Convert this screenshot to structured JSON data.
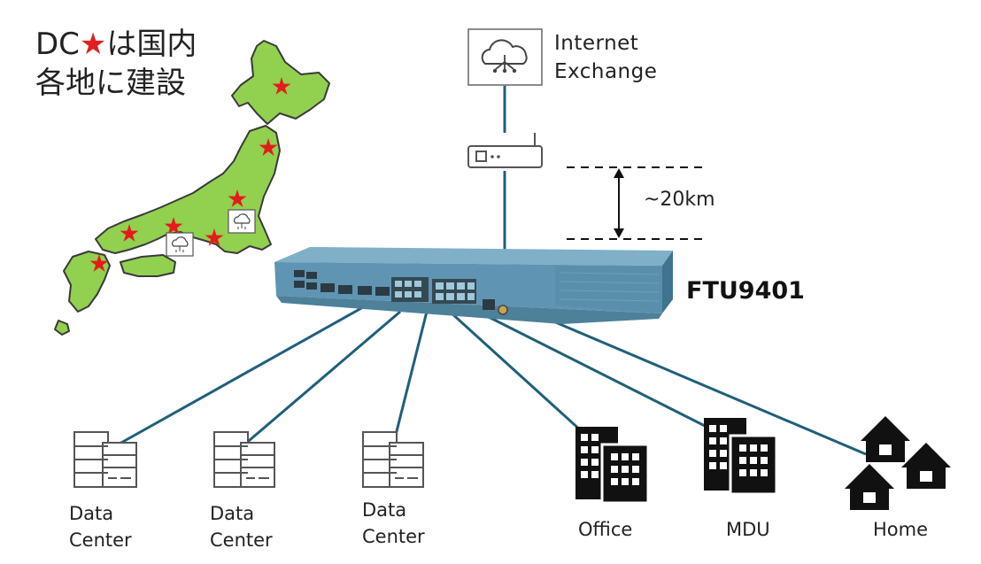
{
  "title": {
    "line1": "DC",
    "star": "★",
    "line1_rest": "は国内",
    "line2": "各地に建設"
  },
  "internet_exchange": {
    "line1": "Internet",
    "line2": "Exchange"
  },
  "distance_label": "~20km",
  "device_model": "FTU9401",
  "endpoints": [
    {
      "line1": "Data",
      "line2": "Center"
    },
    {
      "line1": "Data",
      "line2": "Center"
    },
    {
      "line1": "Data",
      "line2": "Center"
    },
    {
      "line1": "Office",
      "line2": ""
    },
    {
      "line1": "MDU",
      "line2": ""
    },
    {
      "line1": "Home",
      "line2": ""
    }
  ],
  "colors": {
    "link": "#1f5f7a",
    "map": "#92d050",
    "star": "#e51b1b",
    "chassis": "#5f95b3"
  },
  "icons": [
    "cloud-network-icon",
    "router-icon",
    "server-icon",
    "office-building-icon",
    "houses-icon",
    "japan-map"
  ]
}
